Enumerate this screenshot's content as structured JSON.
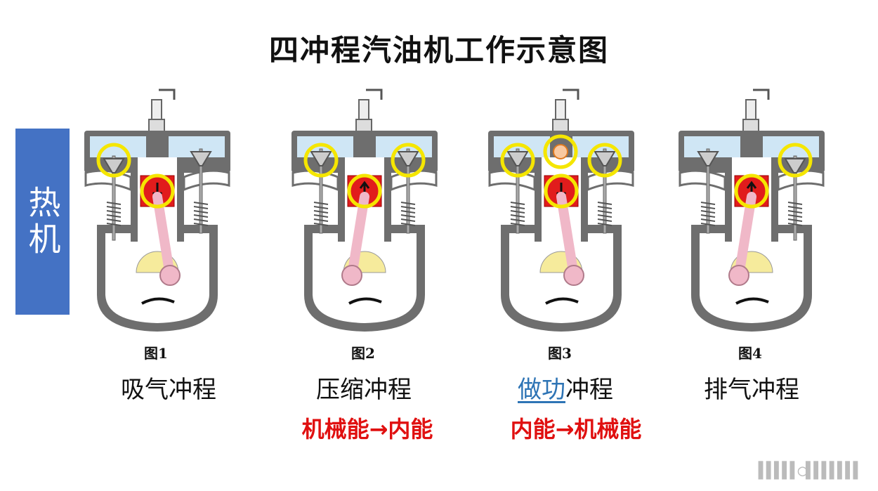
{
  "title": "四冲程汽油机工作示意图",
  "side_label": "热机",
  "colors": {
    "accent_blue": "#4472c4",
    "coolant": "#cfe6f5",
    "casing": "#6e6e6e",
    "piston": "#e11c1c",
    "rod": "#f0b8c8",
    "crank": "#f6eb9c",
    "highlight": "#f5e600",
    "energy_text": "#e01010",
    "link_text": "#2e74b5"
  },
  "panels": [
    {
      "figure": "图1",
      "stroke": "吸气冲程",
      "stroke_highlight": "",
      "stroke_rest": "",
      "energy": "",
      "piston": "down",
      "left_valve": "open",
      "right_valve": "closed",
      "highlights": [
        "left-valve",
        "piston"
      ],
      "spark": false,
      "crank_side": "right"
    },
    {
      "figure": "图2",
      "stroke": "压缩冲程",
      "stroke_highlight": "",
      "stroke_rest": "",
      "energy": "机械能→内能",
      "piston": "up",
      "left_valve": "closed",
      "right_valve": "closed",
      "highlights": [
        "left-valve",
        "right-valve",
        "piston"
      ],
      "spark": false,
      "crank_side": "left"
    },
    {
      "figure": "图3",
      "stroke": "",
      "stroke_highlight": "做功",
      "stroke_rest": "冲程",
      "energy": "内能→机械能",
      "piston": "down",
      "left_valve": "closed",
      "right_valve": "closed",
      "highlights": [
        "left-valve",
        "spark",
        "right-valve",
        "piston"
      ],
      "spark": true,
      "crank_side": "right"
    },
    {
      "figure": "图4",
      "stroke": "排气冲程",
      "stroke_highlight": "",
      "stroke_rest": "",
      "energy": "",
      "piston": "up",
      "left_valve": "closed",
      "right_valve": "open",
      "highlights": [
        "right-valve",
        "piston"
      ],
      "spark": false,
      "crank_side": "left"
    }
  ]
}
